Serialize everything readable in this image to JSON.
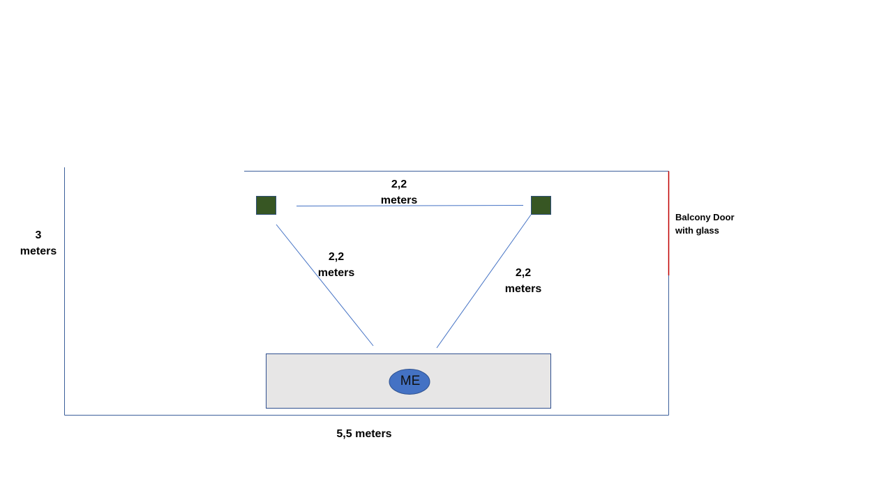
{
  "colors": {
    "wall": "#3b5e9a",
    "door": "#c00000",
    "speaker": "#375623",
    "speaker_border": "#2f4f7a",
    "couch": "#e7e6e6",
    "couch_border": "#2f4f8f",
    "listener": "#4472c4",
    "listener_border": "#2f528f",
    "connector": "#4472c4"
  },
  "labels": {
    "room_height": [
      "3",
      "meters"
    ],
    "top_distance": [
      "2,2",
      "meters"
    ],
    "left_distance": [
      "2,2",
      "meters"
    ],
    "right_distance": [
      "2,2",
      "meters"
    ],
    "room_width": "5,5 meters",
    "door": [
      "Balcony Door",
      "with glass"
    ],
    "listener": "ME"
  }
}
